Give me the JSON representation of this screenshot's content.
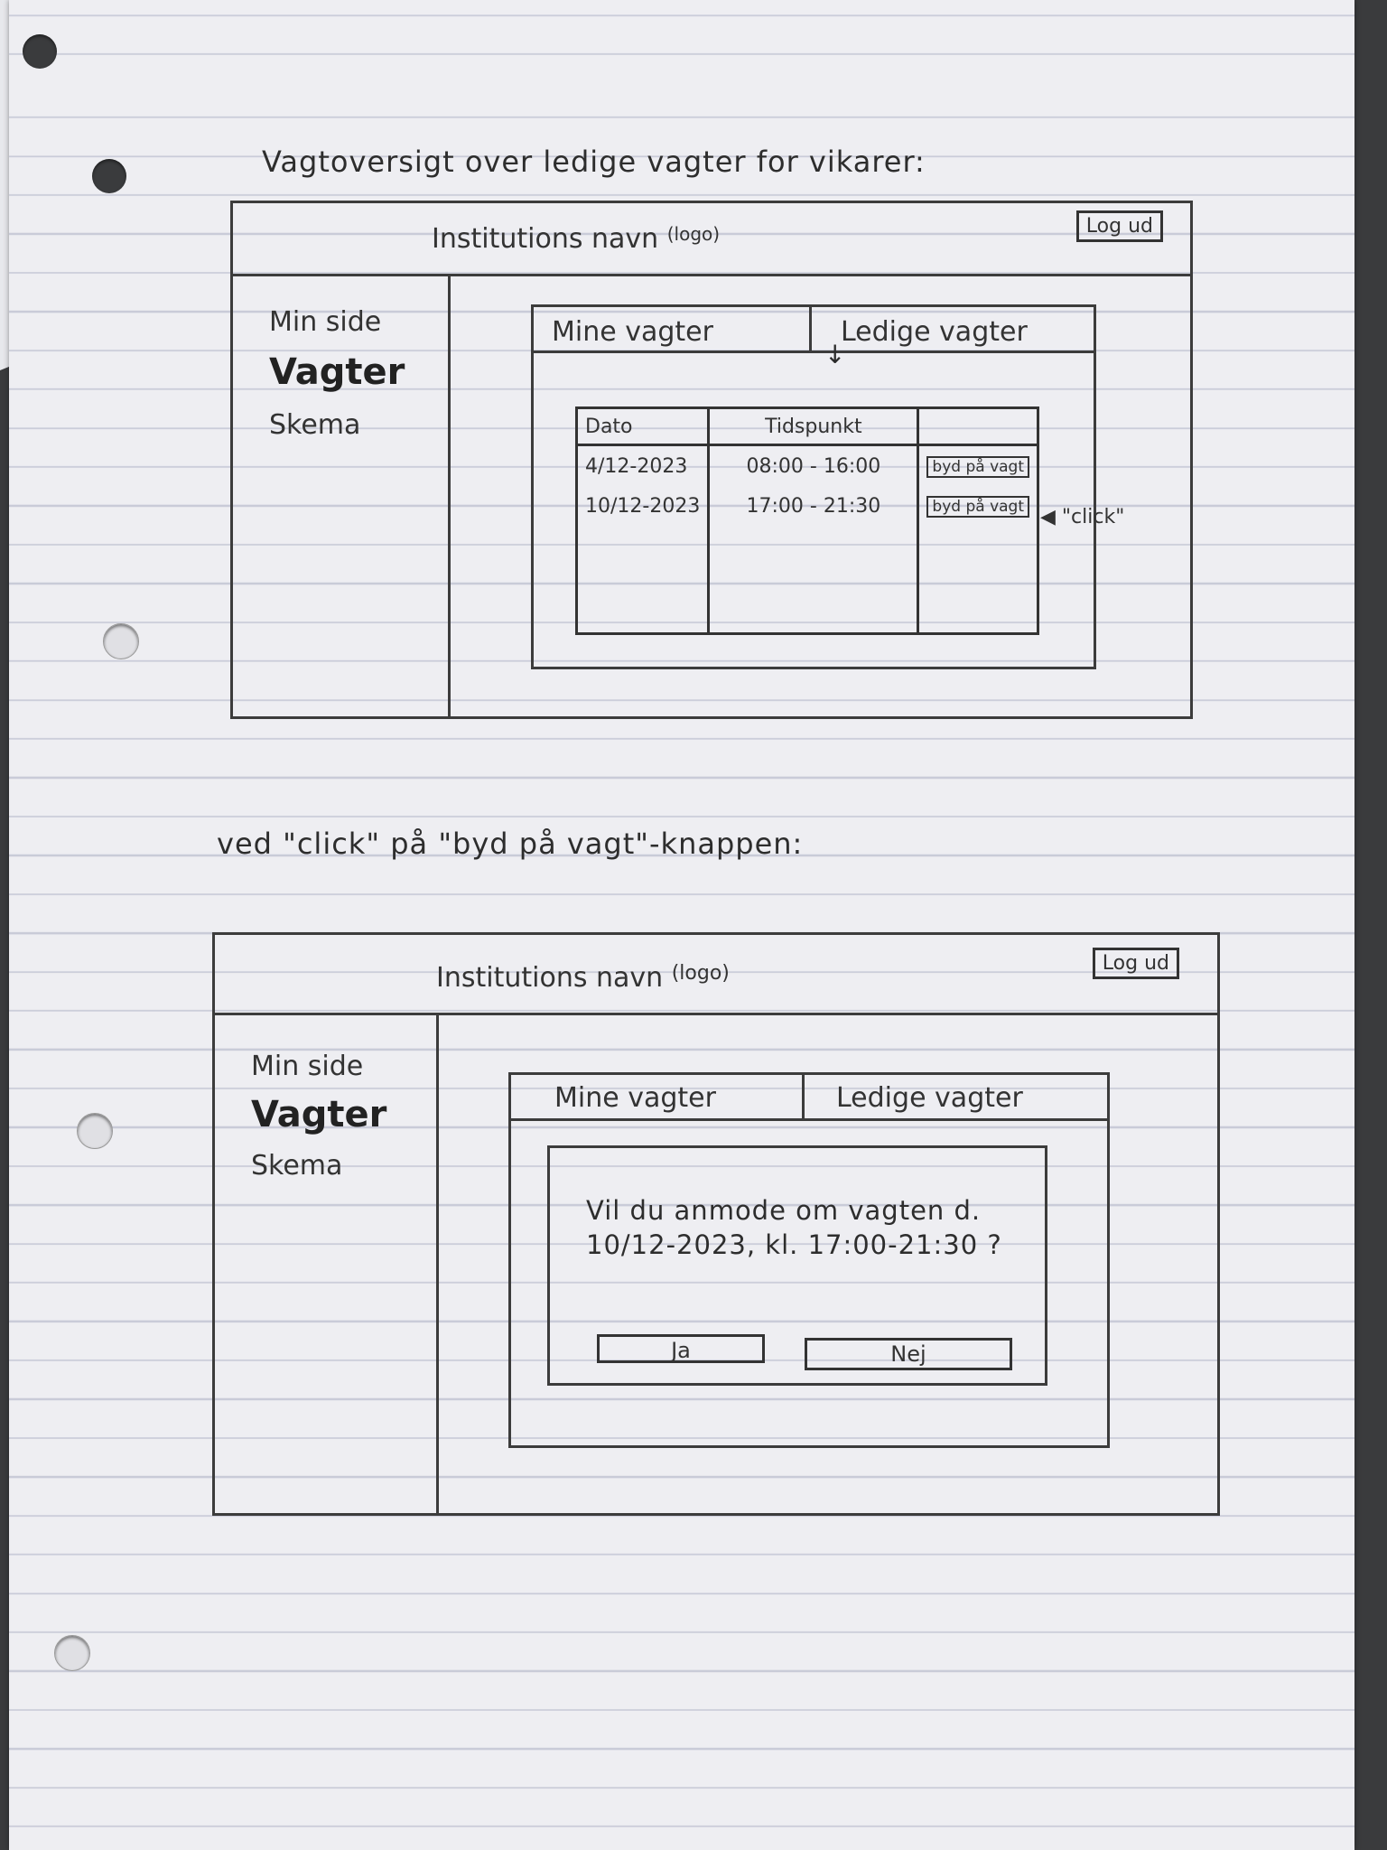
{
  "notes": {
    "top_heading": "Vagtoversigt over ledige vagter for vikarer:",
    "bottom_heading": "ved \"click\" på \"byd på vagt\"-knappen:",
    "click_note": "\"click\""
  },
  "wireframe": {
    "header_title": "Institutions navn",
    "logo_note": "(logo)",
    "logout_label": "Log ud",
    "sidebar": [
      "Min side",
      "Vagter",
      "Skema"
    ],
    "tabs": [
      "Mine vagter",
      "Ledige vagter"
    ],
    "table": {
      "headers": [
        "Dato",
        "Tidspunkt",
        ""
      ],
      "rows": [
        {
          "date": "4/12-2023",
          "time": "08:00 - 16:00",
          "action": "byd på vagt"
        },
        {
          "date": "10/12-2023",
          "time": "17:00 - 21:30",
          "action": "byd på vagt"
        }
      ]
    },
    "dialog": {
      "question": "Vil du anmode om vagten d. 10/12-2023, kl. 17:00-21:30 ?",
      "yes": "Ja",
      "no": "Nej"
    }
  }
}
